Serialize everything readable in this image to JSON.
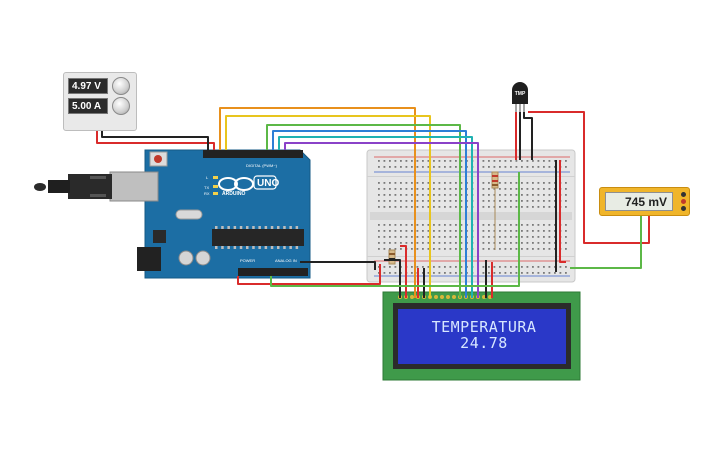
{
  "power_supply": {
    "voltage": "4.97 V",
    "current": "5.00 A"
  },
  "multimeter": {
    "reading": "745 mV"
  },
  "lcd": {
    "line1": "TEMPERATURA",
    "line2": "24.78"
  },
  "arduino": {
    "brand": "ARDUINO",
    "model": "UNO",
    "digital_label": "DIGITAL (PWM~)",
    "power_label": "POWER",
    "analog_label": "ANALOG IN",
    "tx_label": "TX",
    "rx_label": "RX",
    "l_label": "L"
  },
  "sensor": {
    "label": "TMP"
  },
  "colors": {
    "board": "#1c6ea4",
    "breadboard": "#e6e6e6",
    "lcd_bezel": "#3f9a4a",
    "lcd_screen": "#2a38c8",
    "wire_red": "#d92b2b",
    "wire_black": "#222222",
    "wire_orange": "#e8901c",
    "wire_yellow": "#e8c51e",
    "wire_green": "#5cb847",
    "wire_blue": "#2d7fd6",
    "wire_teal": "#1fb2b2",
    "wire_purple": "#8a42c8",
    "multimeter": "#f0b52a"
  }
}
